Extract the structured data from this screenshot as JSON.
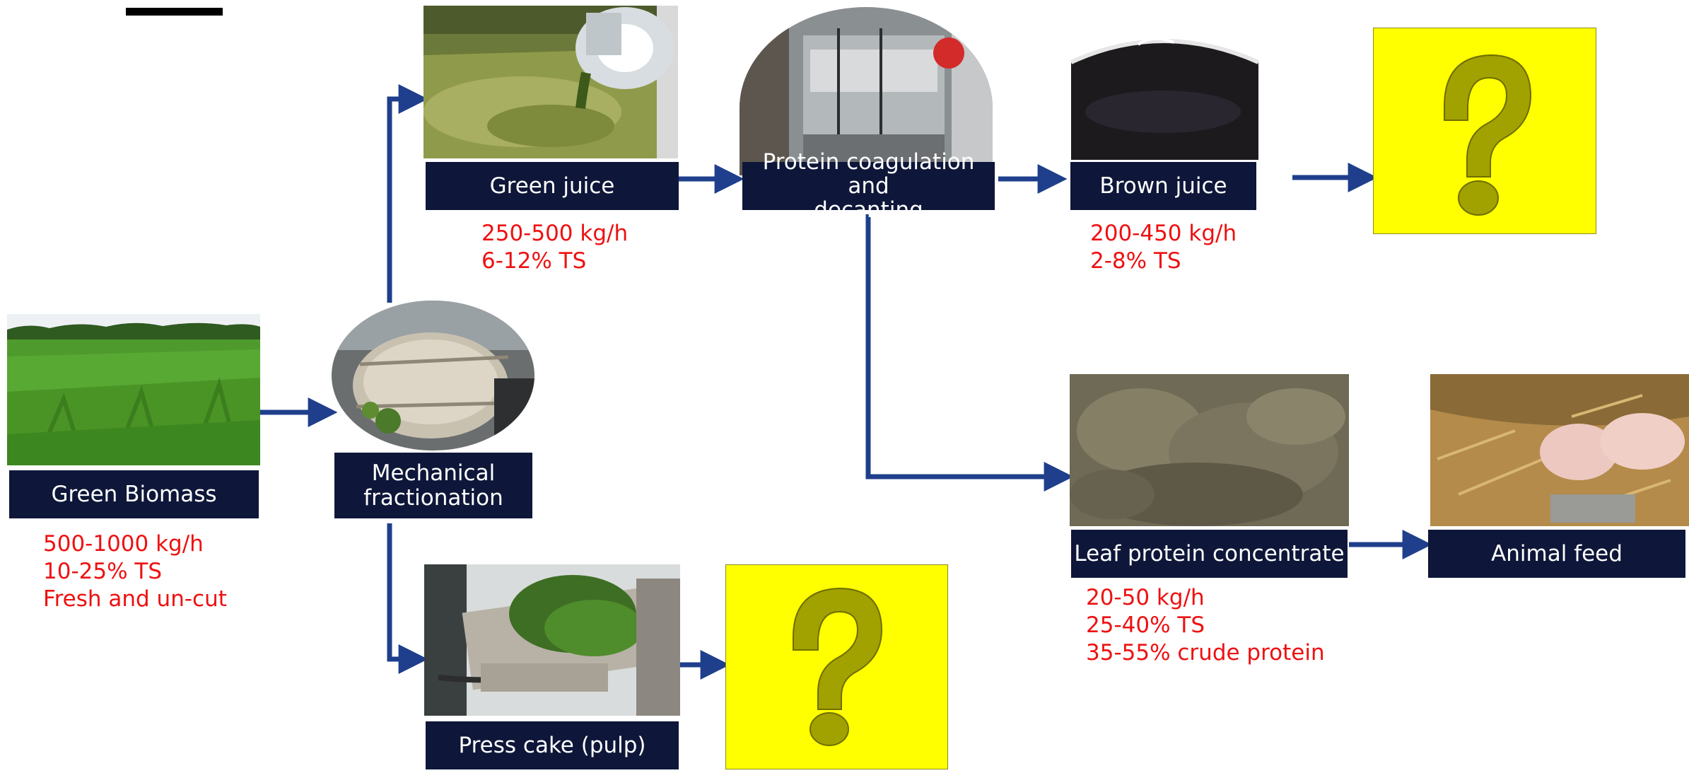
{
  "steps": {
    "green_biomass": {
      "label": "Green Biomass",
      "stats": [
        "500-1000 kg/h",
        "10-25% TS",
        "Fresh and un-cut"
      ]
    },
    "mechanical_fractionation": {
      "label_lines": [
        "Mechanical",
        "fractionation"
      ]
    },
    "green_juice": {
      "label": "Green juice",
      "stats": [
        "250-500 kg/h",
        "6-12% TS"
      ]
    },
    "protein_coagulation": {
      "label_lines": [
        "Protein coagulation and",
        "decanting"
      ]
    },
    "brown_juice": {
      "label": "Brown juice",
      "stats": [
        "200-450 kg/h",
        "2-8% TS"
      ]
    },
    "press_cake": {
      "label": "Press cake (pulp)"
    },
    "leaf_protein": {
      "label": "Leaf protein concentrate",
      "stats": [
        "20-50 kg/h",
        "25-40% TS",
        "35-55% crude protein"
      ]
    },
    "animal_feed": {
      "label": "Animal feed"
    }
  },
  "unknown_outputs": [
    {
      "symbol": "?"
    },
    {
      "symbol": "?"
    }
  ],
  "colors": {
    "label_bg": "#0e1739",
    "label_text": "#ffffff",
    "stats_text": "#ee1111",
    "arrow": "#1f3f8c",
    "question_bg": "#ffff00",
    "question_mark": "#9a9a00"
  }
}
